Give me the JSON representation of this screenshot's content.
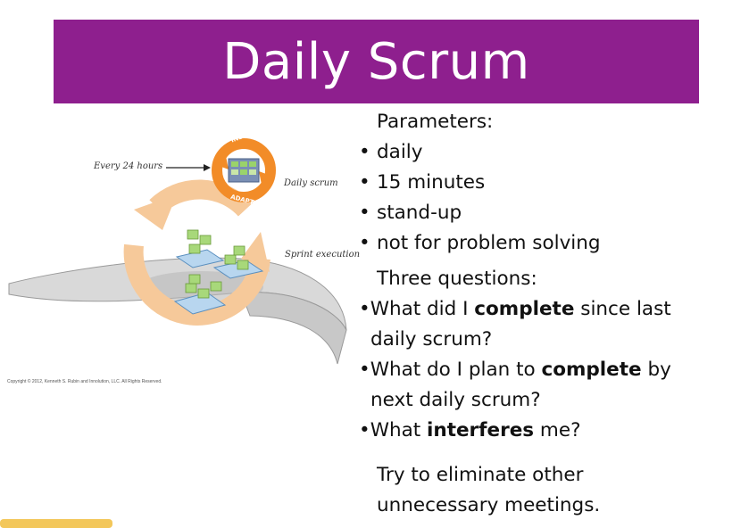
{
  "title": "Daily Scrum",
  "figure": {
    "every_24_hours": "Every 24 hours",
    "daily_scrum": "Daily scrum",
    "sprint_execution": "Sprint execution",
    "inspect": "INSPECT",
    "adapt": "ADAPT",
    "copyright": "Copyright © 2012, Kenneth S. Rubin and Innolution, LLC. All Rights Reserved."
  },
  "parameters": {
    "heading": "Parameters:",
    "items": [
      "daily",
      "15 minutes",
      "stand-up",
      "not for problem solving"
    ]
  },
  "questions": {
    "heading": "Three questions:",
    "bullet": "•",
    "q1": {
      "a": "What did I ",
      "b": "complete",
      "c": " since last",
      "d": "daily scrum?"
    },
    "q2": {
      "a": "What do I plan to ",
      "b": "complete",
      "c": " by",
      "d": "next daily scrum?"
    },
    "q3": {
      "a": "What ",
      "b": "interferes",
      "c": " me?"
    }
  },
  "closing": {
    "line1": "Try to eliminate other",
    "line2": "unnecessary meetings."
  },
  "colors": {
    "banner": "#8e1f8e",
    "arrow_orange": "#f6c99a",
    "small_cycle": "#f28c28"
  }
}
